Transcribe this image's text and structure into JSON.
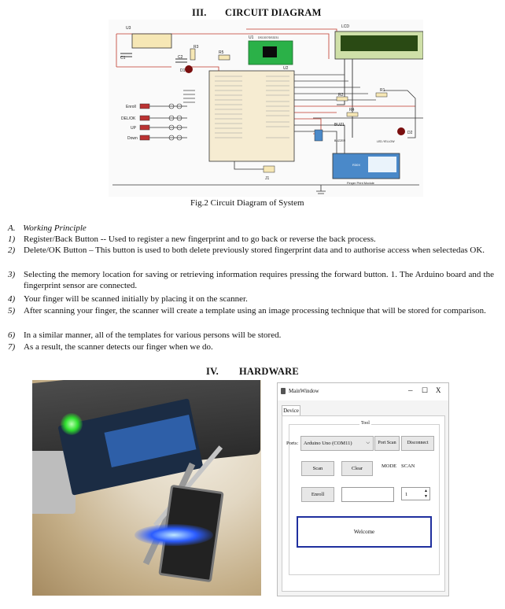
{
  "section3": {
    "number": "III.",
    "title": "CIRCUIT  DIAGRAM"
  },
  "circuit": {
    "labels": {
      "u3": "U3",
      "c1": "C1",
      "c2": "C2",
      "d1": "D1",
      "r3": "R3",
      "r5": "R5",
      "u1": "U1",
      "u1_chip": "DS1307/DS3231",
      "u2": "U2",
      "lcd": "LCD",
      "r2": "R2",
      "r1": "R1",
      "r4": "R4",
      "buz1": "BUZ1",
      "buzzer": "BUZZER",
      "d2": "D2",
      "led": "LED-YELLOW",
      "j1": "J1",
      "sensor": "Finger Print Module",
      "enroll": "Enroll",
      "del_ok": "DEL/OK",
      "up": "UP",
      "down": "Down",
      "r30x": "R30X"
    }
  },
  "figure_caption": "Fig.2 Circuit Diagram of System",
  "working_principle": {
    "label": "A.",
    "title": "Working Principle",
    "items": [
      {
        "num": "1)",
        "text": "Register/Back Button -- Used to register a new fingerprint and to go back or reverse the back process."
      },
      {
        "num": "2)",
        "text": "Delete/OK Button – This button is used to both delete previously stored fingerprint data and to authorise access when selectedas OK."
      },
      {
        "num": "3)",
        "text": "Selecting the memory location for saving or retrieving information requires pressing the forward button. 1. The Arduino board and the fingerprint sensor are connected."
      },
      {
        "num": "4)",
        "text": "Your finger will be scanned initially by placing it on the scanner."
      },
      {
        "num": "5)",
        "text": "After scanning your finger, the scanner will create a template using an image processing technique that will be stored for comparison."
      },
      {
        "num": "6)",
        "text": "In a similar manner, all of the templates for various persons will be stored."
      },
      {
        "num": "7)",
        "text": "As a result, the scanner detects our finger when we do."
      }
    ]
  },
  "section4": {
    "number": "IV.",
    "title": "HARDWARE"
  },
  "app": {
    "window_title": "MainWindow",
    "controls": {
      "minimize": "–",
      "maximize": "☐",
      "close": "X"
    },
    "tab": "Device",
    "group_title": "Tool",
    "ports_label": "Ports:",
    "port_value": "Arduino Uno (COM11)",
    "port_scan": "Port Scan",
    "disconnect": "Disconnect",
    "scan": "Scan",
    "clear": "Clear",
    "mode_label": "MODE",
    "mode_value": "SCAN",
    "enroll": "Enroll",
    "enroll_field": "",
    "spin_value": "1",
    "welcome": "Welcome"
  }
}
